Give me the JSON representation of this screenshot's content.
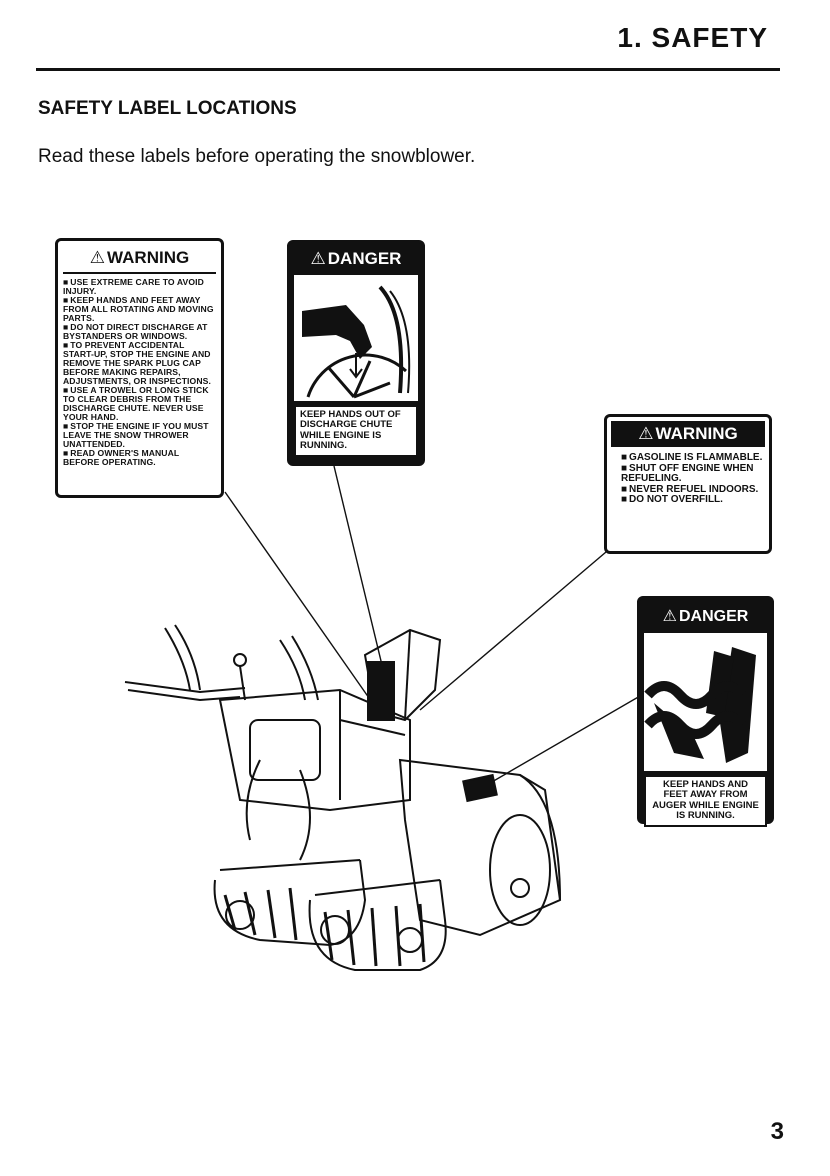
{
  "header": {
    "section_title": "1. SAFETY"
  },
  "content": {
    "subheading": "SAFETY LABEL LOCATIONS",
    "intro": "Read these labels before operating the snowblower."
  },
  "labels": {
    "warning_1": {
      "heading": "WARNING",
      "items": [
        "USE EXTREME CARE TO AVOID INJURY.",
        "KEEP HANDS AND FEET AWAY FROM ALL ROTATING AND MOVING PARTS.",
        "DO NOT DIRECT DISCHARGE AT BYSTANDERS OR WINDOWS.",
        "TO PREVENT ACCIDENTAL START-UP, STOP THE ENGINE AND REMOVE THE SPARK PLUG CAP BEFORE MAKING REPAIRS, ADJUSTMENTS, OR INSPECTIONS.",
        "USE A TROWEL OR LONG STICK TO CLEAR DEBRIS FROM THE DISCHARGE CHUTE. NEVER USE YOUR HAND.",
        "STOP THE ENGINE IF YOU MUST LEAVE THE SNOW THROWER UNATTENDED.",
        "READ OWNER'S MANUAL BEFORE OPERATING."
      ]
    },
    "danger_1": {
      "heading": "DANGER",
      "caption": "KEEP HANDS OUT OF DISCHARGE CHUTE WHILE ENGINE IS RUNNING."
    },
    "warning_2": {
      "heading": "WARNING",
      "items": [
        "GASOLINE IS FLAMMABLE.",
        "SHUT OFF ENGINE WHEN REFUELING.",
        "NEVER REFUEL INDOORS.",
        "DO NOT OVERFILL."
      ]
    },
    "danger_2": {
      "heading": "DANGER",
      "caption": "KEEP HANDS AND FEET AWAY FROM AUGER WHILE ENGINE IS RUNNING."
    }
  },
  "footer": {
    "page_number": "3"
  }
}
